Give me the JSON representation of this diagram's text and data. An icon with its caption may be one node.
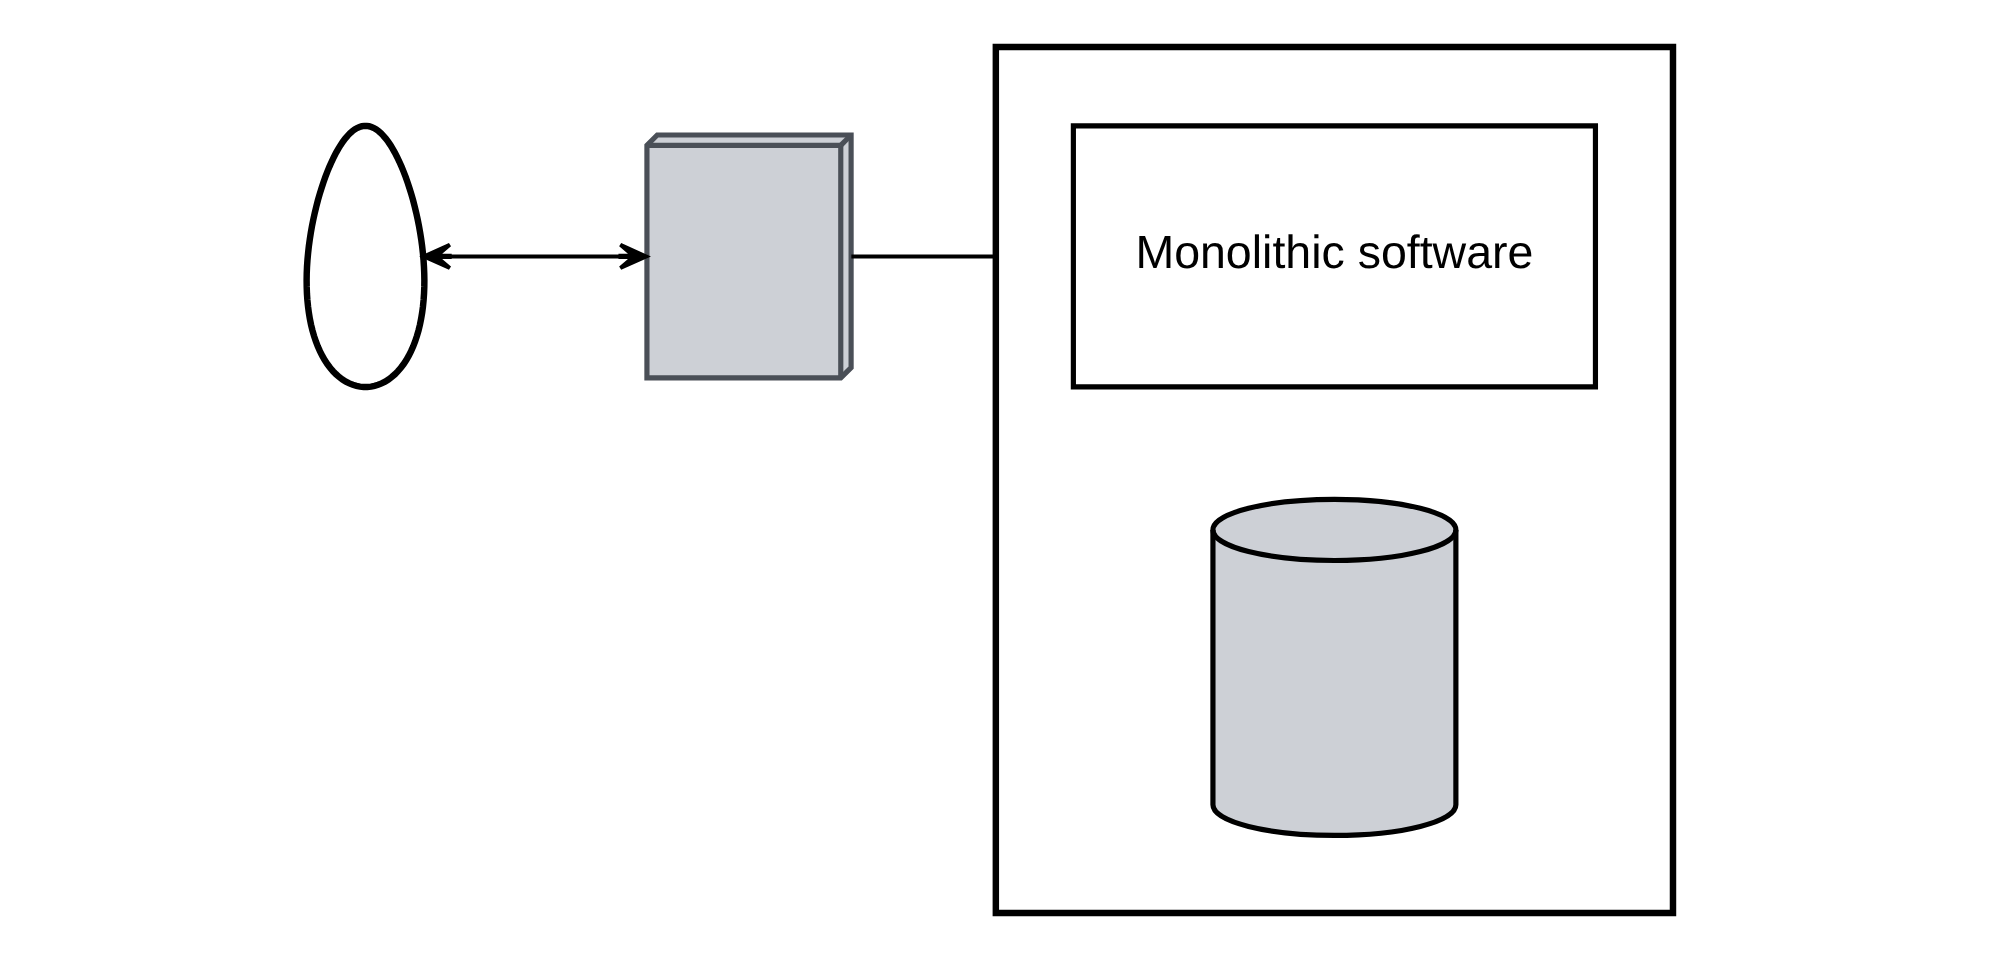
{
  "diagram": {
    "nodes": [
      {
        "text": [],
        "shape": "person"
      },
      {
        "text": [],
        "shape": "picture"
      },
      {
        "text": [],
        "shape": "box"
      },
      {
        "text": [
          "Monolithic software"
        ],
        "in": 2
      },
      {
        "text": [],
        "shape": "cylinder",
        "in": 2
      }
    ],
    "edges": [
      {
        "from": 0,
        "to": 1,
        "arrow": "both"
      },
      {
        "from": 1,
        "to": 2,
        "arrow": "none"
      }
    ]
  }
}
